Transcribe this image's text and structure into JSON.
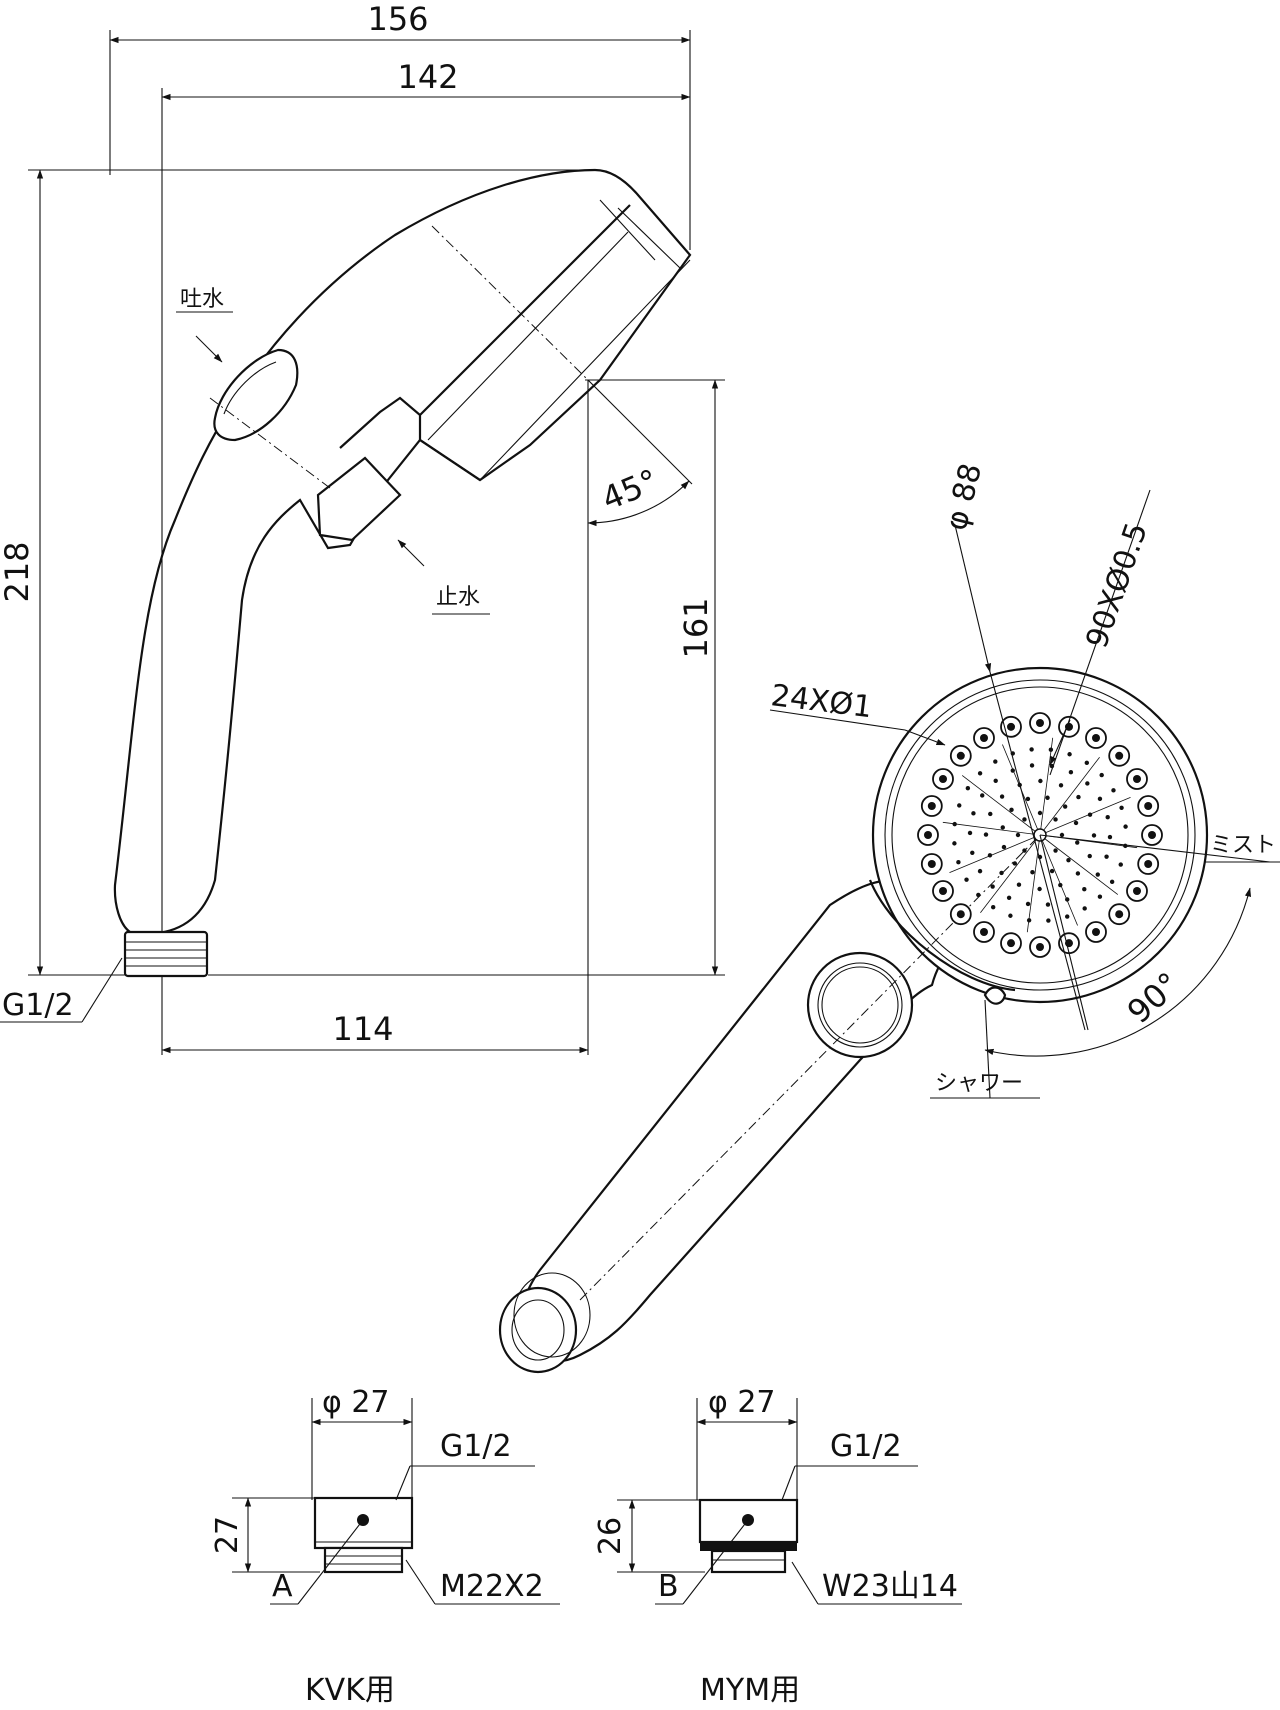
{
  "diagram": {
    "side_view": {
      "dims": {
        "overall_width": "156",
        "head_width": "142",
        "overall_height": "218",
        "head_height": "161",
        "base_width": "114",
        "angle": "45°",
        "inlet_thread": "G1/2"
      },
      "labels": {
        "water_on": "吐水",
        "water_off": "止水"
      }
    },
    "face_view": {
      "dims": {
        "face_diameter": "φ 88",
        "mist_holes": "90XØ0.5",
        "shower_holes": "24XØ1",
        "rotation": "90°"
      },
      "labels": {
        "mist": "ミスト",
        "shower": "シャワー"
      }
    },
    "adapters": [
      {
        "id": "A",
        "diameter": "φ 27",
        "inlet_thread": "G1/2",
        "height": "27",
        "outlet_thread": "M22X2",
        "caption": "KVK用"
      },
      {
        "id": "B",
        "diameter": "φ 27",
        "inlet_thread": "G1/2",
        "height": "26",
        "outlet_thread": "W23山14",
        "caption": "MYM用"
      }
    ]
  }
}
